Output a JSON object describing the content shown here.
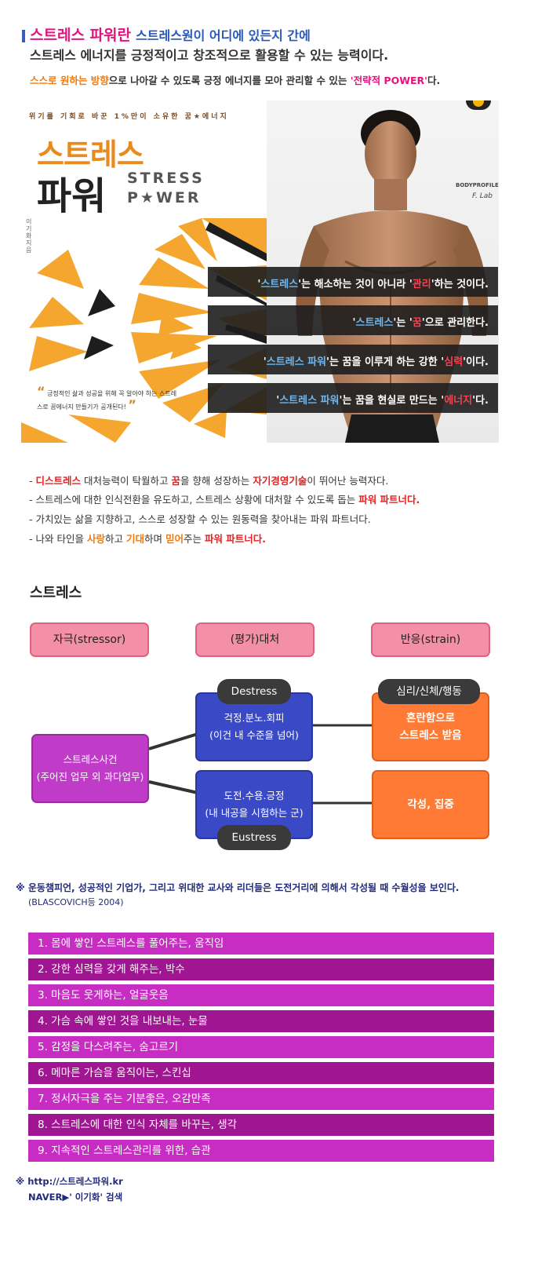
{
  "header": {
    "title_part1": "스트레스 파워란",
    "title_part2": "스트레스원이 어디에 있든지 간에",
    "subtitle": "스트레스 에너지를 긍정적이고 창조적으로 활용할 수 있는 능력이다.",
    "tagline_orange": "스스로 원하는 방향",
    "tagline_mid": "으로 나아갈 수 있도록 긍정 에너지를 모아 관리할 수 있는 ",
    "tagline_pink": "'전략적 POWER'",
    "tagline_end": "다."
  },
  "book": {
    "kicker": "위기를 기회로 바꾼 1%만이 소유한 꿈★에너지",
    "title_line1": "스트레스",
    "title_line2": "파워",
    "eng_line1": "STRESS",
    "eng_line2": "P★WER",
    "author": "이기화 지음",
    "quote": "긍정적인 삶과 성공을 위해 꼭 알아야 하는 스트레스로 꿈에너지 만들기가 공개된다!"
  },
  "photo": {
    "side_text": "BODYPROFILE, STI",
    "signature": "F. Lab"
  },
  "quotes": [
    {
      "pre": "'",
      "hl1": "스트레스",
      "mid": "'는 해소하는 것이 아니라 '",
      "hl2": "관리",
      "post": "'하는 것이다."
    },
    {
      "pre": "'",
      "hl1": "스트레스",
      "mid": "'는 '",
      "hl2": "꿈",
      "post": "'으로 관리한다."
    },
    {
      "pre": "'",
      "hl1": "스트레스 파워",
      "mid": "'는 꿈을 이루게 하는 강한 '",
      "hl2": "심력",
      "post": "'이다."
    },
    {
      "pre": "'",
      "hl1": "스트레스 파워",
      "mid": "'는 꿈을 현실로 만드는 '",
      "hl2": "에너지",
      "post": "'다."
    }
  ],
  "bullets": {
    "b1": {
      "dash": "- ",
      "a": "디스트레스",
      "b": " 대처능력이 탁월하고 ",
      "c": "꿈",
      "d": "을 향해 성장하는 ",
      "e": "자기경영기술",
      "f": "이 뛰어난 능력자다."
    },
    "b2": {
      "dash": "- ",
      "a": "스트레스에 대한 인식전환을 유도하고, 스트레스 상황에 대처할 수 있도록 돕는 ",
      "b": "파워 파트너다."
    },
    "b3": {
      "dash": "- ",
      "a": "가치있는 삶을 지향하고, 스스로 성장할 수 있는 원동력을 찾아내는 파워 파트너다."
    },
    "b4": {
      "dash": "- ",
      "a": "나와 타인을 ",
      "b": "사랑",
      "c": "하고 ",
      "d": "기대",
      "e": "하며 ",
      "f": "믿어",
      "g": "주는 ",
      "h": "파워 파트너다."
    }
  },
  "diagram": {
    "section_title": "스트레스",
    "head_stimulus": "자극(stressor)",
    "head_coping": "(평가)대처",
    "head_response": "반응(strain)",
    "event_line1": "스트레스사건",
    "event_line2": "(주어진 업무 외 과다업무)",
    "tag_destress": "Destress",
    "tag_eustress": "Eustress",
    "tag_mind": "심리/신체/행동",
    "neg_line1": "걱정.분노.회피",
    "neg_line2": "(이건 내 수준을 넘어)",
    "pos_line1": "도전.수용.긍정",
    "pos_line2": "(내 내공을 시험하는 군)",
    "res_neg_line1": "혼란함으로",
    "res_neg_line2": "스트레스 받음",
    "res_pos": "각성, 집중"
  },
  "note": {
    "mark": "※",
    "text": "운동챔피언, 성공적인 기업가, 그리고 위대한 교사와 리더들은 도전거리에 의해서 각성될 때 수월성을 보인다.",
    "ref": "(BLASCOVICH등 2004)"
  },
  "list": [
    "1. 몸에 쌓인 스트레스를 풀어주는, 움직임",
    "2. 강한 심력을 갖게 해주는, 박수",
    "3. 마음도 웃게하는, 얼굴웃음",
    "4. 가슴 속에 쌓인 것을 내보내는, 눈물",
    "5. 감정을 다스려주는, 숨고르기",
    "6. 메마른 가슴을 움직이는, 스킨십",
    "7. 정서자극을 주는 기분좋은, 오감만족",
    "8. 스트레스에 대한 인식 자체를 바꾸는, 생각",
    "9. 지속적인 스트레스관리를 위한, 습관"
  ],
  "footer": {
    "mark": "※",
    "url": "http://스트레스파워.kr",
    "naver": "NAVER▶' 이기화' 검색"
  },
  "colors": {
    "accent_pink": "#e4147c",
    "accent_blue": "#2a58b8",
    "list_light": "#c72dc2",
    "list_dark": "#a01591"
  }
}
